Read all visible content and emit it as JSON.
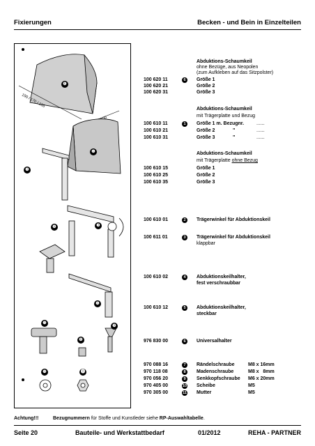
{
  "header": {
    "left": "Fixierungen",
    "right": "Becken - und Bein in Einzelteilen"
  },
  "figure": {
    "dim_label_1": "150 / 170 / 185",
    "dim_label_2": "60 / 80 / 100",
    "markers": [
      "❻",
      "❶",
      "❷",
      "❸",
      "❹",
      "❺",
      "❼",
      "❽",
      "❾",
      "❿",
      "⓫"
    ]
  },
  "groups": {
    "g1": {
      "title": "Abduktions-Schaumkeil",
      "sub1": "ohne Bezüge, aus Neopolen",
      "sub2": "(zum Aufkleben auf das Sitzpolster)"
    },
    "g2": {
      "title": "Abduktions-Schaumkeil",
      "sub1": "mit Trägerplatte und Bezug"
    },
    "g3": {
      "title": "Abduktions-Schaumkeil",
      "sub1_pre": "mit Trägerplatte ",
      "sub1_u": "ohne Bezug"
    }
  },
  "rows": {
    "r1": {
      "code": "100 620 11",
      "num": "6",
      "desc": "Größe 1"
    },
    "r2": {
      "code": "100 620 21",
      "desc": "Größe 2"
    },
    "r3": {
      "code": "100 620 31",
      "desc": "Größe 3"
    },
    "r4": {
      "code": "100 610 11",
      "num": "1",
      "desc": "Größe 1 m. Bezugnr.",
      "dots": "......"
    },
    "r5": {
      "code": "100 610 21",
      "desc": "Größe 2",
      "quote": "\"",
      "dots": "......"
    },
    "r6": {
      "code": "100 610 31",
      "desc": "Größe 3",
      "quote": "\"",
      "dots": "......"
    },
    "r7": {
      "code": "100 610 15",
      "desc": "Größe 1"
    },
    "r8": {
      "code": "100 610 25",
      "desc": "Größe 2"
    },
    "r9": {
      "code": "100 610 35",
      "desc": "Größe 3"
    },
    "r10": {
      "code": "100 610 01",
      "num": "2",
      "desc": "Trägerwinkel für Abduktionskeil"
    },
    "r11": {
      "code": "100 611 01",
      "num": "3",
      "desc": "Trägerwinkel für Abduktionskeil",
      "sub": "klappbar"
    },
    "r12": {
      "code": "100 610 02",
      "num": "4",
      "desc": "Abduktionskeilhalter,",
      "sub": "fest verschraubbar"
    },
    "r13": {
      "code": "100 610 12",
      "num": "5",
      "desc": "Abduktionskeilhalter,",
      "sub": "steckbar"
    },
    "r14": {
      "code": "976 830 00",
      "num": "6",
      "desc": "Universalhalter"
    },
    "r15": {
      "code": "970 088 16",
      "num": "7",
      "desc": "Rändelschraube",
      "size": "M8 x 16mm"
    },
    "r16": {
      "code": "970 118 08",
      "num": "8",
      "desc": "Madenschraube",
      "size": "M8 x   8mm"
    },
    "r17": {
      "code": "970 056 20",
      "num": "9",
      "desc": "Senkkopfschraube",
      "size": "M6 x 20mm"
    },
    "r18": {
      "code": "970 405 00",
      "num": "10",
      "desc": "Scheibe",
      "size": "M5"
    },
    "r19": {
      "code": "970 305 00",
      "num": "11",
      "desc": "Mutter",
      "size": "M5"
    }
  },
  "note": {
    "label": "Achtung!!!",
    "bold": "Bezugnummern",
    "text": " für Stoffe und Kunstleder siehe ",
    "bold2": "RP-Auswahltabelle",
    "end": "."
  },
  "footer": {
    "page": "Seite  20",
    "title": "Bauteile- und Werkstattbedarf",
    "date": "01/2012",
    "brand": "REHA - PARTNER"
  }
}
